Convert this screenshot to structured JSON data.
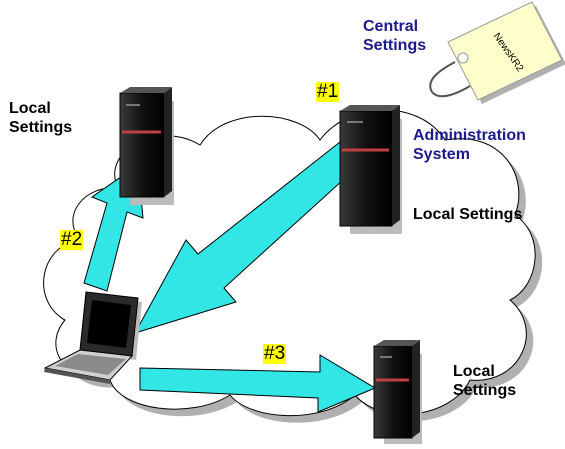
{
  "labels": {
    "central_settings_line1": "Central",
    "central_settings_line2": "Settings",
    "tag_text": "NewsKR2",
    "local_settings_left_line1": "Local",
    "local_settings_left_line2": "Settings",
    "administration_line1": "Administration",
    "administration_line2": "System",
    "local_settings_admin": "Local Settings",
    "local_settings_bottom_line1": "Local",
    "local_settings_bottom_line2": "Settings"
  },
  "steps": {
    "step1": "#1",
    "step2": "#2",
    "step3": "#3"
  },
  "colors": {
    "arrow_fill": "#33e6e6",
    "step_highlight": "#ffff00",
    "admin_text": "#1a1a8c",
    "tag_fill": "#ffffcc"
  }
}
